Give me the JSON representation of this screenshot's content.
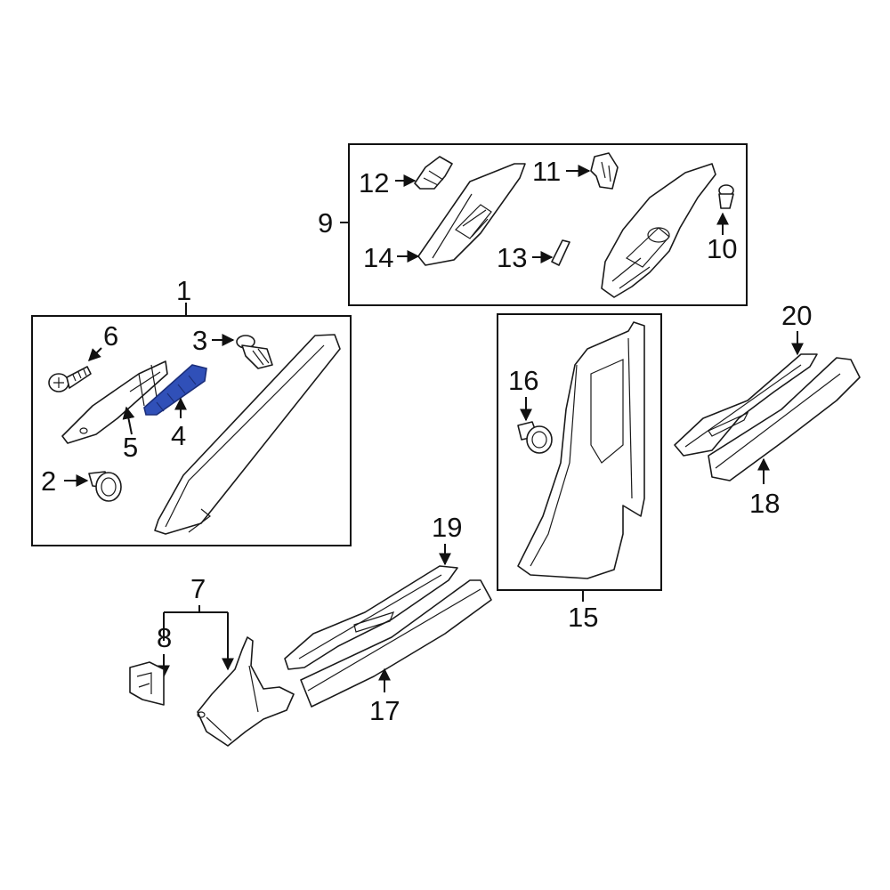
{
  "diagram": {
    "highlight_color": "#3050b8",
    "highlighted_part": "4",
    "callouts": {
      "c1": "1",
      "c2": "2",
      "c3": "3",
      "c4": "4",
      "c5": "5",
      "c6": "6",
      "c7": "7",
      "c8": "8",
      "c9": "9",
      "c10": "10",
      "c11": "11",
      "c12": "12",
      "c13": "13",
      "c14": "14",
      "c15": "15",
      "c16": "16",
      "c17": "17",
      "c18": "18",
      "c19": "19",
      "c20": "20"
    }
  }
}
